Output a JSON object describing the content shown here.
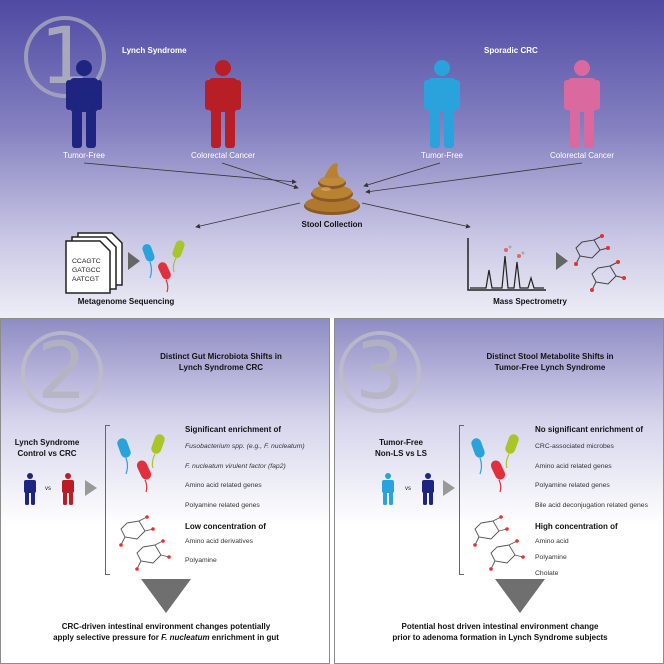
{
  "panel1": {
    "number": "1",
    "lynch_label": "Lynch Syndrome",
    "sporadic_label": "Sporadic CRC",
    "persons": [
      {
        "label": "Tumor-Free",
        "color": "#1e2580"
      },
      {
        "label": "Colorectal Cancer",
        "color": "#b81e26"
      },
      {
        "label": "Tumor-Free",
        "color": "#2aa3dd"
      },
      {
        "label": "Colorectal Cancer",
        "color": "#d9699f"
      }
    ],
    "stool_label": "Stool Collection",
    "sequence_lines": [
      "CCAGTC",
      "GATGCC",
      "AATCGT"
    ],
    "metagenome_label": "Metagenome Sequencing",
    "mass_spec_label": "Mass Spectrometry"
  },
  "panel2": {
    "number": "2",
    "title_line1": "Distinct Gut Microbiota Shifts in",
    "title_line2": "Lynch Syndrome CRC",
    "compare_line1": "Lynch Syndrome",
    "compare_line2": "Control vs CRC",
    "vs": "vs",
    "enrich_heading": "Significant enrichment of",
    "enrich_items": [
      "Fusobacterium spp. (e.g., F. nucleatum)",
      "F. nucleatum virulent factor (fap2)",
      "Amino acid related genes",
      "Polyamine related genes"
    ],
    "low_heading": "Low concentration of",
    "low_items": [
      "Amino acid derivatives",
      "Polyamine"
    ],
    "conclusion_line1": "CRC-driven intestinal environment changes potentially",
    "conclusion_line2_pre": "apply selective pressure for ",
    "conclusion_line2_italic": "F. nucleatum",
    "conclusion_line2_post": " enrichment in gut"
  },
  "panel3": {
    "number": "3",
    "title_line1": "Distinct Stool Metabolite Shifts in",
    "title_line2": "Tumor-Free Lynch Syndrome",
    "compare_line1": "Tumor-Free",
    "compare_line2": "Non-LS vs LS",
    "vs": "vs",
    "enrich_heading": "No significant enrichment of",
    "enrich_items": [
      "CRC-associated microbes",
      "Amino acid related genes",
      "Polyamine related genes",
      "Bile acid deconjugation related genes"
    ],
    "high_heading": "High concentration of",
    "high_items": [
      "Amino acid",
      "Polyamine",
      "Cholate"
    ],
    "conclusion_line1": "Potential host driven intestinal environment change",
    "conclusion_line2": "prior to adenoma formation in Lynch Syndrome subjects"
  },
  "colors": {
    "lynch_tumor_free": "#1e2580",
    "lynch_crc": "#b81e26",
    "sporadic_tumor_free": "#2aa3dd",
    "sporadic_crc": "#d9699f",
    "bacteria_blue": "#2aa3dd",
    "bacteria_green": "#a8c52a",
    "bacteria_red": "#e0303e"
  }
}
